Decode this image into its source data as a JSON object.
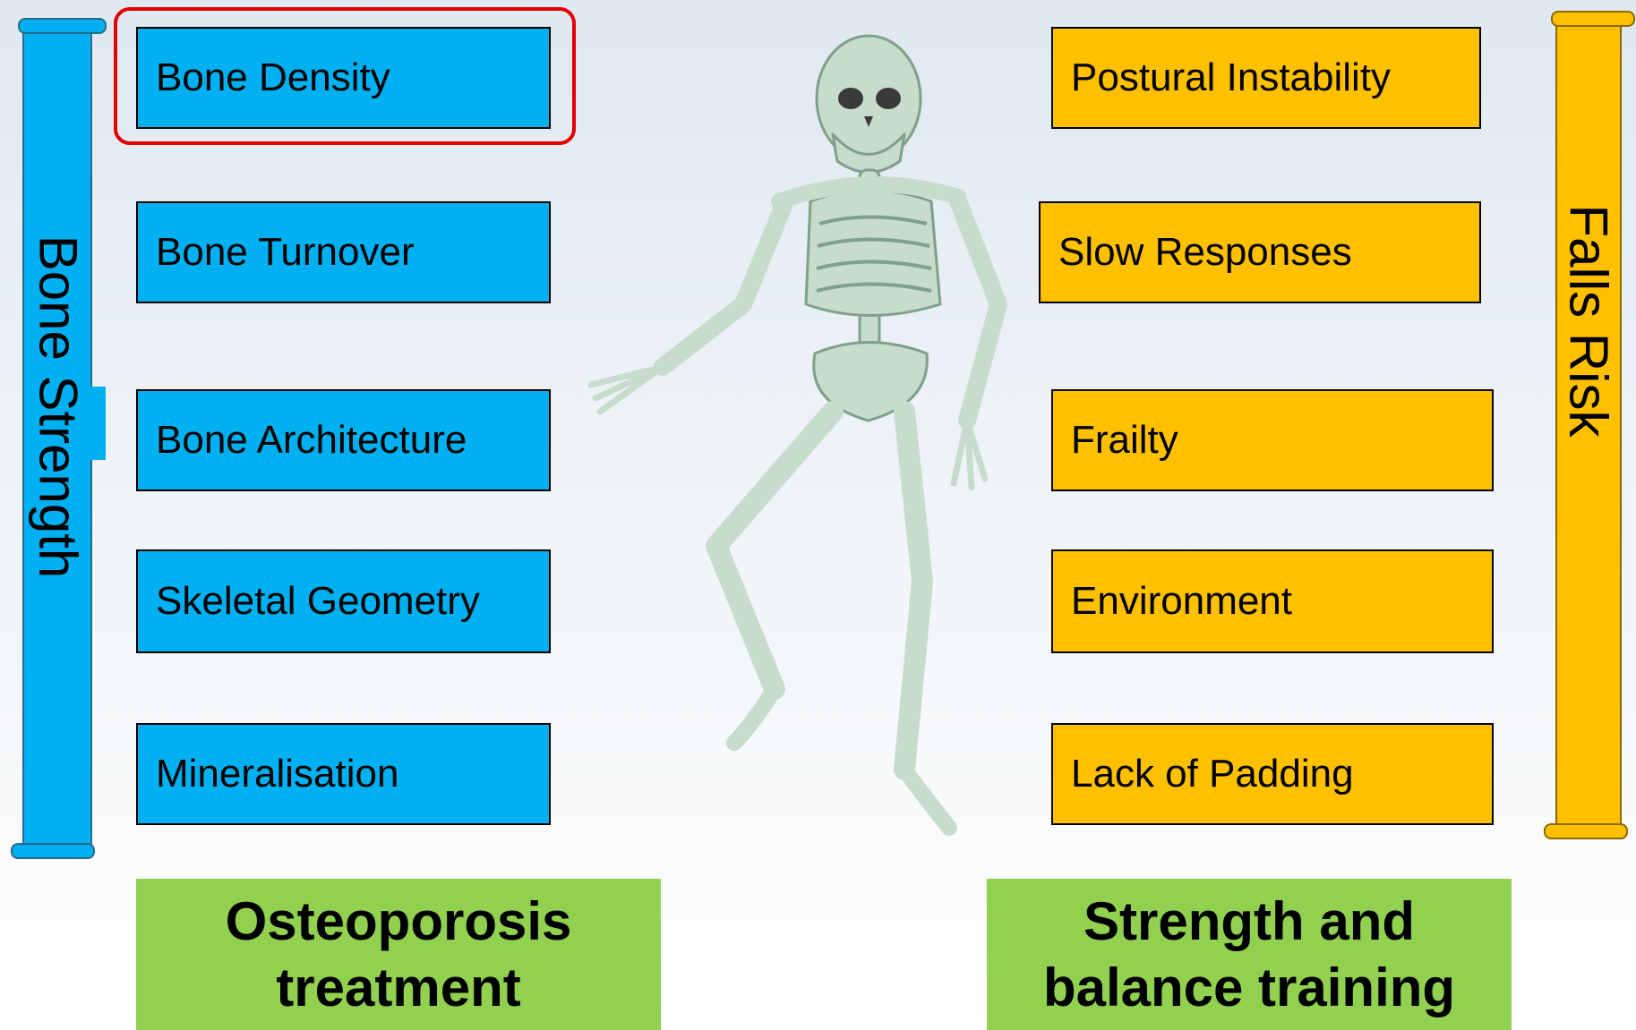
{
  "left_scroll": {
    "label": "Bone Strength",
    "color": "#00b0f0"
  },
  "right_scroll": {
    "label": "Falls Risk",
    "color": "#ffc000"
  },
  "left_boxes": [
    "Bone Density",
    "Bone Turnover",
    "Bone Architecture",
    "Skeletal Geometry",
    "Mineralisation"
  ],
  "right_boxes": [
    "Postural Instability",
    "Slow Responses",
    "Frailty",
    "Environment",
    "Lack of Padding"
  ],
  "left_treatment": "Osteoporosis treatment",
  "right_treatment": "Strength and balance training",
  "highlight_color": "#e30000",
  "treatment_color": "#92d050",
  "center_icon": "skeleton-icon"
}
